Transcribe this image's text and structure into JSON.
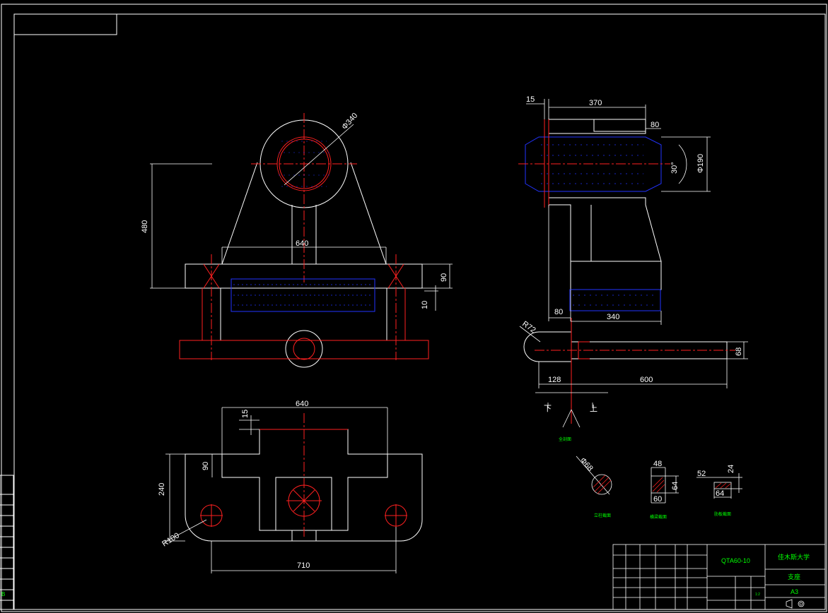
{
  "colors": {
    "background": "#000000",
    "line": "#ffffff",
    "center": "#ff2020",
    "hatch": "#2233ff",
    "text_green": "#00ff00"
  },
  "front_view": {
    "dia": "Φ340",
    "height": "480",
    "width": "640",
    "thick": "90",
    "gap": "10"
  },
  "top_view": {
    "width_top": "640",
    "boss": "15",
    "depth_left": "90",
    "height": "240",
    "radius": "R100",
    "base_width": "710"
  },
  "side_view": {
    "offset": "15",
    "length": "370",
    "cap": "80",
    "angle": "30°",
    "dia": "Φ190",
    "foot": "80",
    "base": "340",
    "radius": "R72",
    "shaft_dia": "68",
    "head_len": "128",
    "shaft_len": "600",
    "dir_down": "下",
    "dir_up": "上",
    "section_label": "全剖面"
  },
  "sections": [
    {
      "dia": "Φ68",
      "label": "立柱截面"
    },
    {
      "top": "48",
      "side": "64",
      "bottom": "60",
      "label": "横梁截面"
    },
    {
      "top": "52",
      "side": "24",
      "bottom": "64",
      "label": "肋板截面"
    }
  ],
  "title_block": {
    "drawing_no": "QTA60-10",
    "school": "佳木斯大学",
    "part_name": "支座",
    "sheet": "A3",
    "scale": "1:2"
  },
  "margin_mark": "B"
}
